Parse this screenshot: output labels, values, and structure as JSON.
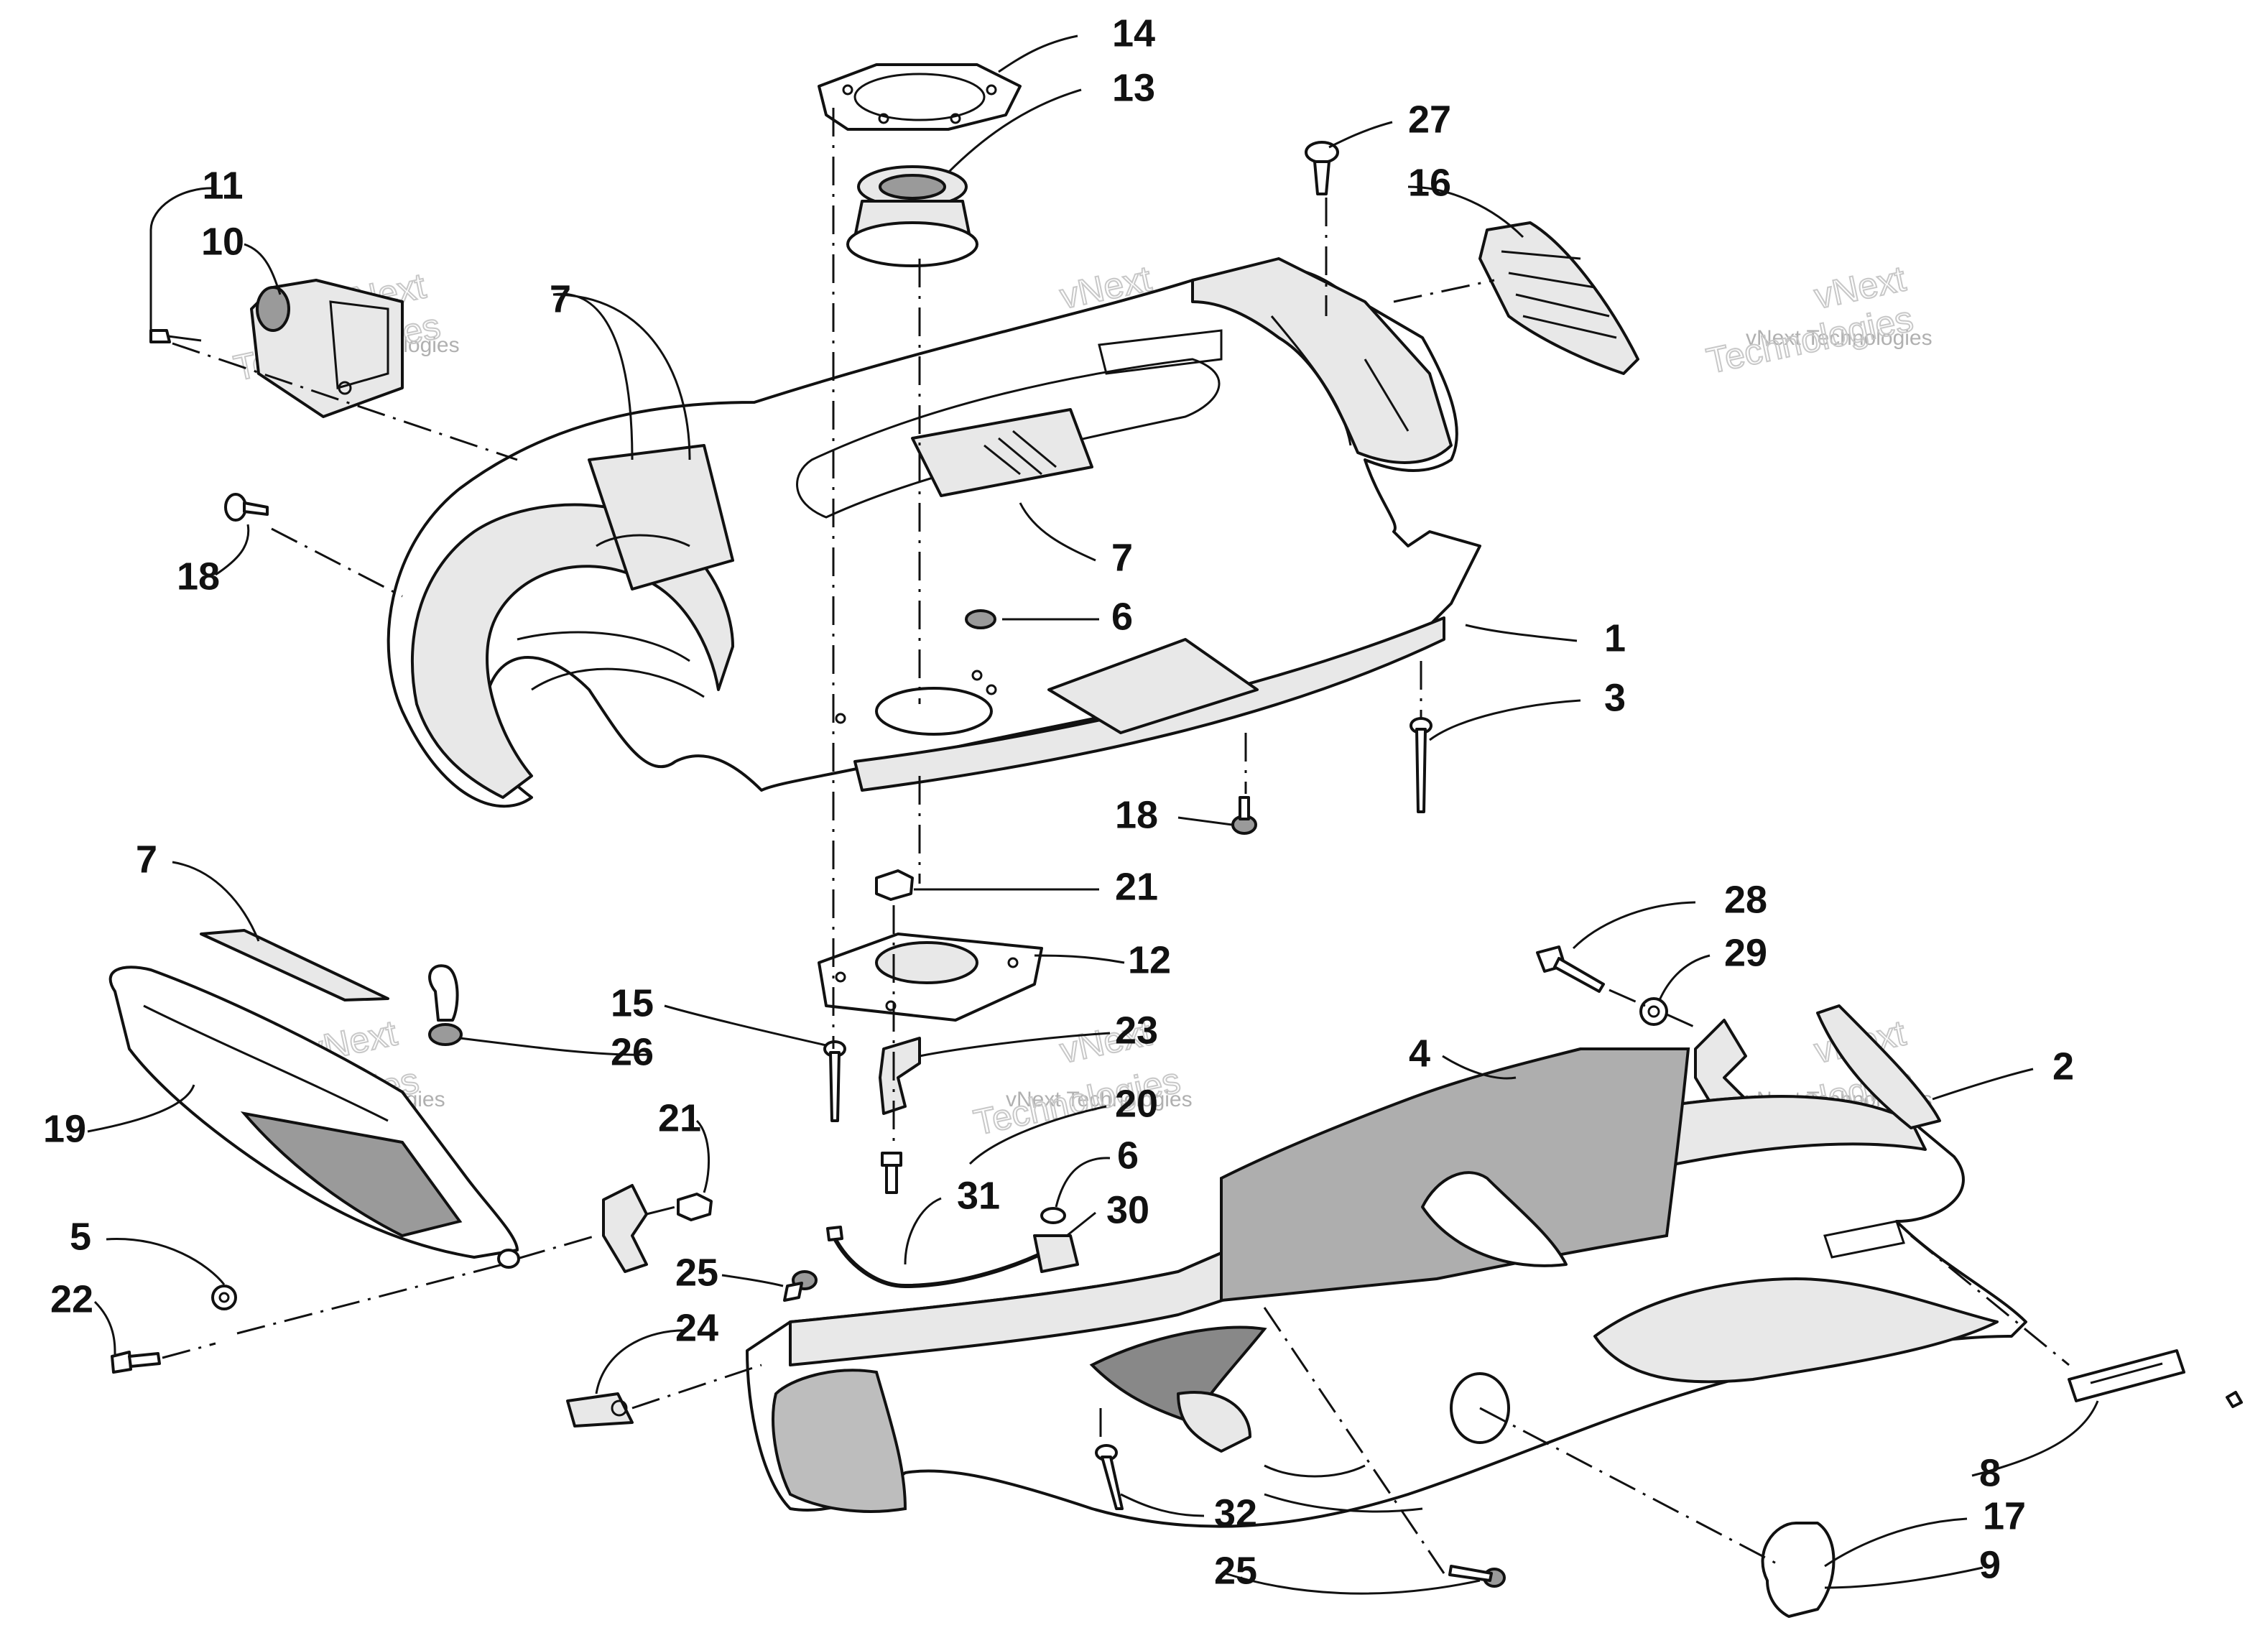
{
  "diagram": {
    "callouts": [
      {
        "id": "c14",
        "label": "14"
      },
      {
        "id": "c13",
        "label": "13"
      },
      {
        "id": "c27",
        "label": "27"
      },
      {
        "id": "c16",
        "label": "16"
      },
      {
        "id": "c11",
        "label": "11"
      },
      {
        "id": "c10",
        "label": "10"
      },
      {
        "id": "c7a",
        "label": "7"
      },
      {
        "id": "c7b",
        "label": "7"
      },
      {
        "id": "c18a",
        "label": "18"
      },
      {
        "id": "c6a",
        "label": "6"
      },
      {
        "id": "c1",
        "label": "1"
      },
      {
        "id": "c3",
        "label": "3"
      },
      {
        "id": "c18b",
        "label": "18"
      },
      {
        "id": "c21a",
        "label": "21"
      },
      {
        "id": "c12",
        "label": "12"
      },
      {
        "id": "c7c",
        "label": "7"
      },
      {
        "id": "c28",
        "label": "28"
      },
      {
        "id": "c29",
        "label": "29"
      },
      {
        "id": "c15",
        "label": "15"
      },
      {
        "id": "c26",
        "label": "26"
      },
      {
        "id": "c23",
        "label": "23"
      },
      {
        "id": "c4",
        "label": "4"
      },
      {
        "id": "c2",
        "label": "2"
      },
      {
        "id": "c20",
        "label": "20"
      },
      {
        "id": "c21b",
        "label": "21"
      },
      {
        "id": "c19",
        "label": "19"
      },
      {
        "id": "c6b",
        "label": "6"
      },
      {
        "id": "c31",
        "label": "31"
      },
      {
        "id": "c30",
        "label": "30"
      },
      {
        "id": "c5",
        "label": "5"
      },
      {
        "id": "c25a",
        "label": "25"
      },
      {
        "id": "c22",
        "label": "22"
      },
      {
        "id": "c24",
        "label": "24"
      },
      {
        "id": "c8",
        "label": "8"
      },
      {
        "id": "c32",
        "label": "32"
      },
      {
        "id": "c17",
        "label": "17"
      },
      {
        "id": "c25b",
        "label": "25"
      },
      {
        "id": "c9",
        "label": "9"
      }
    ],
    "watermark": {
      "company": "vNext Technologies",
      "line1": "vNext",
      "line2": "Technologies"
    }
  }
}
